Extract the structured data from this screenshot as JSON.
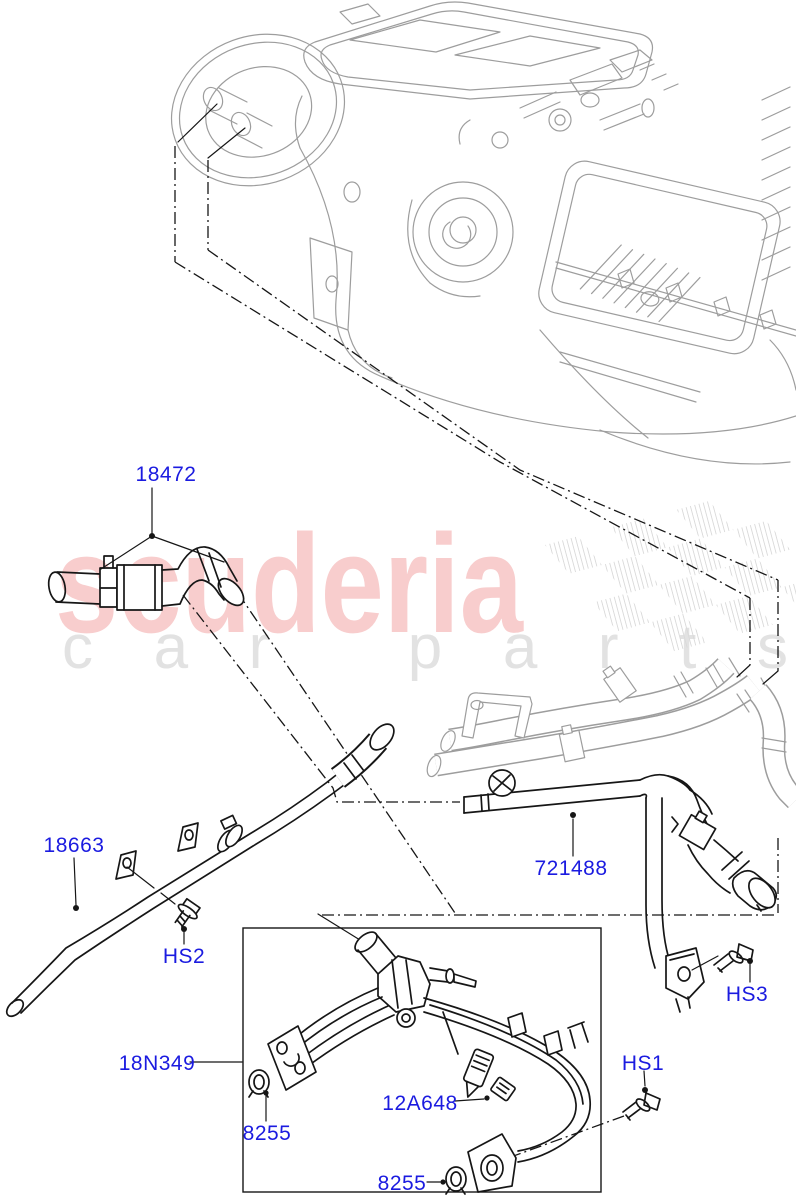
{
  "watermark": {
    "brand": "scuderia",
    "tagline": "car parts"
  },
  "diagram": {
    "labels": {
      "p18472": "18472",
      "p18663": "18663",
      "hs2": "HS2",
      "p721488": "721488",
      "hs3": "HS3",
      "p18n349": "18N349",
      "p12a648": "12A648",
      "p8255_left": "8255",
      "hs1": "HS1",
      "p8255_bottom": "8255"
    },
    "colors": {
      "label_blue": "#1b1be0",
      "line_black": "#161616",
      "line_gray": "#9d9d9d",
      "watermark_pink": "#f8cdcd",
      "watermark_gray": "#e2e2e2",
      "hatch_gray": "#d9d9d9",
      "background": "#ffffff"
    }
  }
}
